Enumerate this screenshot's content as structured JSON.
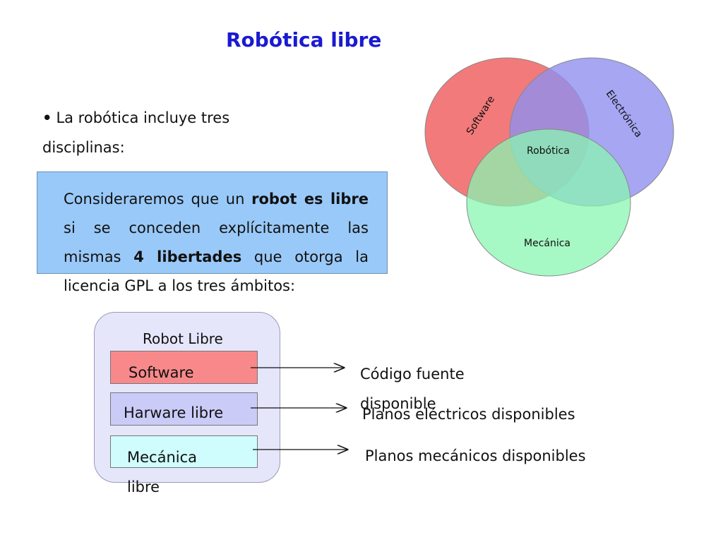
{
  "title": "Robótica libre",
  "bullet": {
    "dot": "•",
    "text": "La robótica incluye tres disciplinas:"
  },
  "definition": {
    "part1": "Consideraremos que un ",
    "bold1": "robot es libre",
    "part2": " si se conceden explícitamente las mismas ",
    "bold2": "4 libertades",
    "part3": " que otorga la licencia GPL a los tres ámbitos:"
  },
  "venn": {
    "labels": {
      "software": "Software",
      "electronica": "Electrónica",
      "mecanica": "Mecánica",
      "robotica": "Robótica"
    },
    "colors": {
      "software": "#f26b6b",
      "electronica": "#9090f0",
      "mecanica": "#88f6b2"
    }
  },
  "robot_libre": {
    "label": "Robot Libre",
    "rows": [
      {
        "label": "Software",
        "result": "Código fuente disponible",
        "color": "#f8898b"
      },
      {
        "label": "Harware libre",
        "result": "Planos eléctricos disponibles",
        "color": "#cbcbf8"
      },
      {
        "label": "Mecánica libre",
        "result": "Planos mecánicos disponibles",
        "color": "#cffcfc"
      }
    ]
  }
}
